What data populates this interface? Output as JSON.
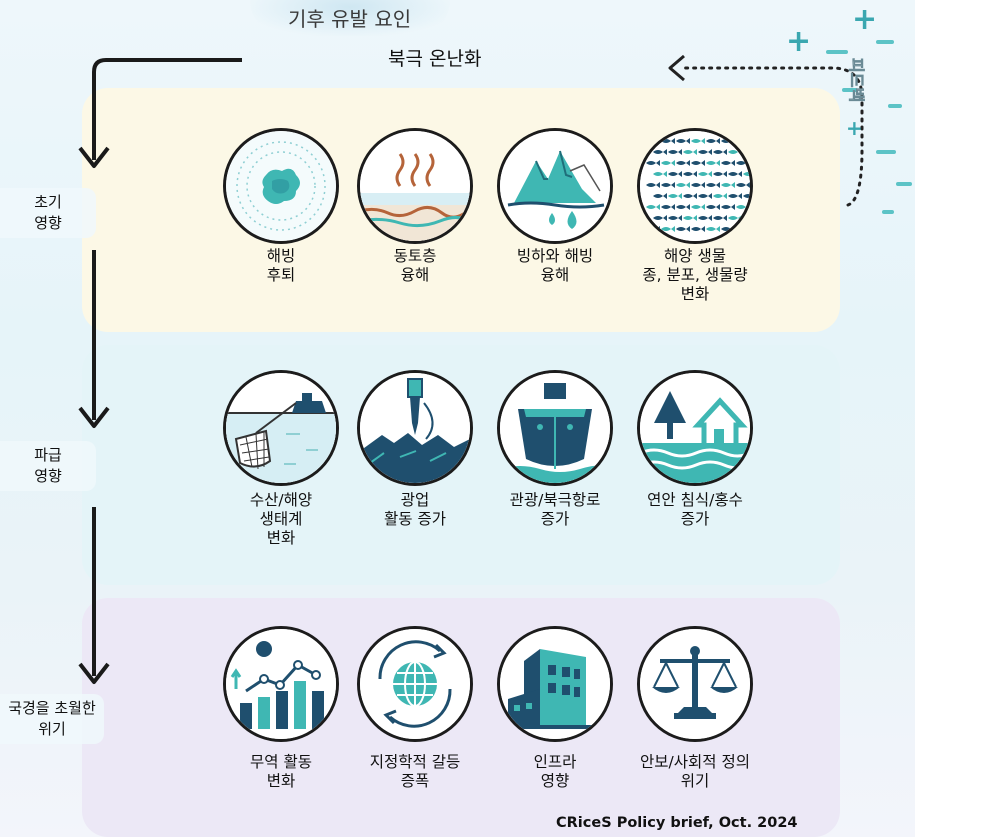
{
  "title": {
    "climate_factor": "기후 유발 요인",
    "arctic_warming": "북극 온난화",
    "feedback": "피드백"
  },
  "stages": [
    {
      "label": "초기\n영향"
    },
    {
      "label": "파급\n영향"
    },
    {
      "label": "국경을 초월한\n위기"
    }
  ],
  "impacts": [
    {
      "icon": "sea-ice-icon",
      "label": "해빙\n후퇴"
    },
    {
      "icon": "permafrost-icon",
      "label": "동토층\n융해"
    },
    {
      "icon": "glacier-icon",
      "label": "빙하와 해빙\n융해"
    },
    {
      "icon": "fish-school-icon",
      "label": "해양 생물\n종, 분포, 생물량\n변화"
    },
    {
      "icon": "fishing-net-icon",
      "label": "수산/해양\n생태계\n변화"
    },
    {
      "icon": "mining-drill-icon",
      "label": "광업\n활동 증가"
    },
    {
      "icon": "ship-icon",
      "label": "관광/북극항로\n증가"
    },
    {
      "icon": "flooded-house-icon",
      "label": "연안 침식/홍수\n증가"
    },
    {
      "icon": "trade-chart-icon",
      "label": "무역 활동\n변화"
    },
    {
      "icon": "globe-cycle-icon",
      "label": "지정학적 갈등\n증폭"
    },
    {
      "icon": "building-icon",
      "label": "인프라\n영향"
    },
    {
      "icon": "justice-scale-icon",
      "label": "안보/사회적 정의\n위기"
    }
  ],
  "caption": "CRiceS Policy brief, Oct. 2024",
  "colors": {
    "teal": "#3fb7b3",
    "navy": "#1f4f6e",
    "band1": "#fcf8e6",
    "band2": "#e4f4f8",
    "band3": "#ece8f6"
  }
}
